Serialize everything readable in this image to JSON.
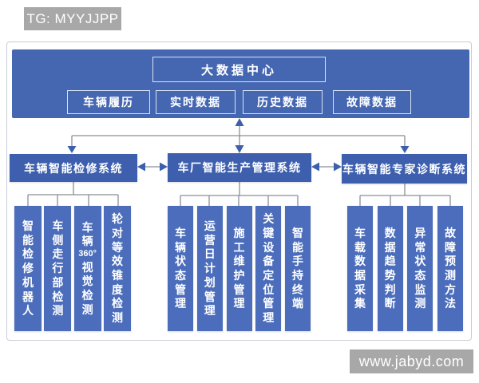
{
  "watermarks": {
    "top": "TG: MYYJJPP",
    "bottom": "www.jabyd.com"
  },
  "header": {
    "title": "大数据中心",
    "items": [
      "车辆履历",
      "实时数据",
      "历史数据",
      "故障数据"
    ]
  },
  "systems": [
    {
      "label": "车辆智能检修系统",
      "modules": [
        "智能检修机器人",
        "车侧走行部检测",
        "车辆360°视觉检测",
        "轮对等效锥度检测"
      ]
    },
    {
      "label": "车厂智能生产管理系统",
      "modules": [
        "车辆状态管理",
        "运营日计划管理",
        "施工维护管理",
        "关键设备定位管理",
        "智能手持终端"
      ]
    },
    {
      "label": "车辆智能专家诊断系统",
      "modules": [
        "车载数据采集",
        "数据趋势判断",
        "异常状态监测",
        "故障预测方法"
      ]
    }
  ],
  "colors": {
    "band_blue": "#4567b2",
    "system_blue": "#3d5fae",
    "pillar_blue": "#4b6dbb",
    "arrow_blue": "#3c60ae",
    "wire_gray": "#8a8e96",
    "badge_gray": "#a8a8a8"
  }
}
